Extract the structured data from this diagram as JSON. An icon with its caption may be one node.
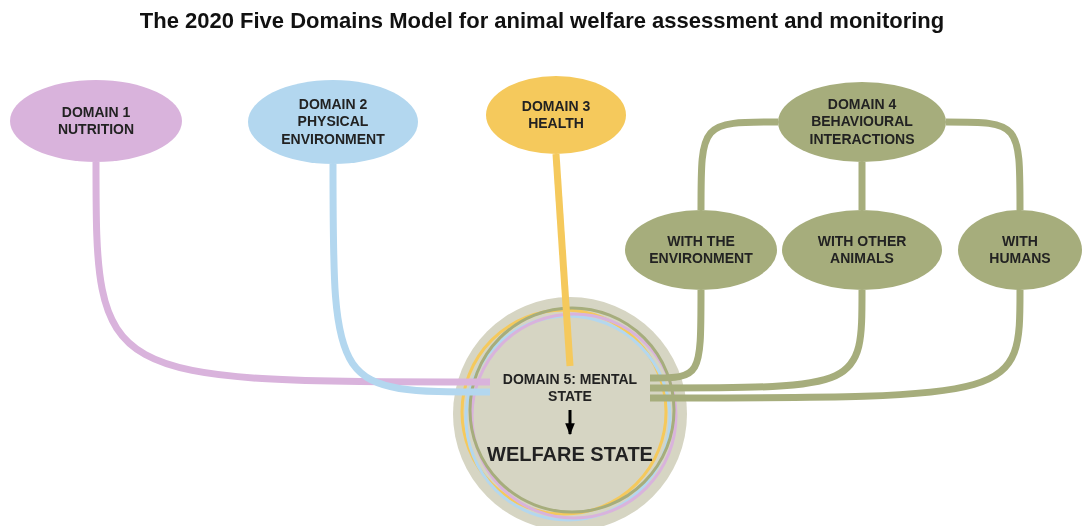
{
  "diagram": {
    "title": "The 2020 Five Domains Model for animal welfare assessment and monitoring",
    "nodes": [
      {
        "text": [
          "DOMAIN 1 NUTRITION"
        ]
      },
      {
        "text": [
          "DOMAIN 2 PHYSICAL ENVIRONMENT"
        ]
      },
      {
        "text": [
          "DOMAIN 3 HEALTH"
        ]
      },
      {
        "text": [
          "DOMAIN 4 BEHAVIOURAL INTERACTIONS"
        ]
      },
      {
        "text": [
          "WITH THE ENVIRONMENT"
        ]
      },
      {
        "text": [
          "WITH OTHER ANIMALS"
        ]
      },
      {
        "text": [
          "WITH HUMANS"
        ]
      },
      {
        "text": [],
        "shape": "circle"
      },
      {
        "text": [
          "DOMAIN 5: MENTAL STATE"
        ],
        "in": 7
      },
      {
        "text": [
          "WELFARE STATE"
        ],
        "in": 7
      }
    ],
    "edges": [
      {
        "from": 3,
        "to": 4,
        "arrow": "none",
        "color": "#a6ad7c"
      },
      {
        "from": 3,
        "to": 5,
        "arrow": "none",
        "color": "#a6ad7c"
      },
      {
        "from": 3,
        "to": 6,
        "arrow": "none",
        "color": "#a6ad7c"
      },
      {
        "from": 0,
        "to": 8,
        "arrow": "none",
        "color": "#d9b3dc"
      },
      {
        "from": 1,
        "to": 8,
        "arrow": "none",
        "color": "#b3d7ef"
      },
      {
        "from": 2,
        "to": 8,
        "arrow": "none",
        "color": "#f5c95c"
      },
      {
        "from": 4,
        "to": 8,
        "arrow": "none",
        "color": "#a6ad7c"
      },
      {
        "from": 5,
        "to": 8,
        "arrow": "none",
        "color": "#a6ad7c"
      },
      {
        "from": 6,
        "to": 8,
        "arrow": "none",
        "color": "#a6ad7c"
      },
      {
        "from": 8,
        "to": 9,
        "arrow": "to",
        "color": "#000000"
      }
    ]
  }
}
